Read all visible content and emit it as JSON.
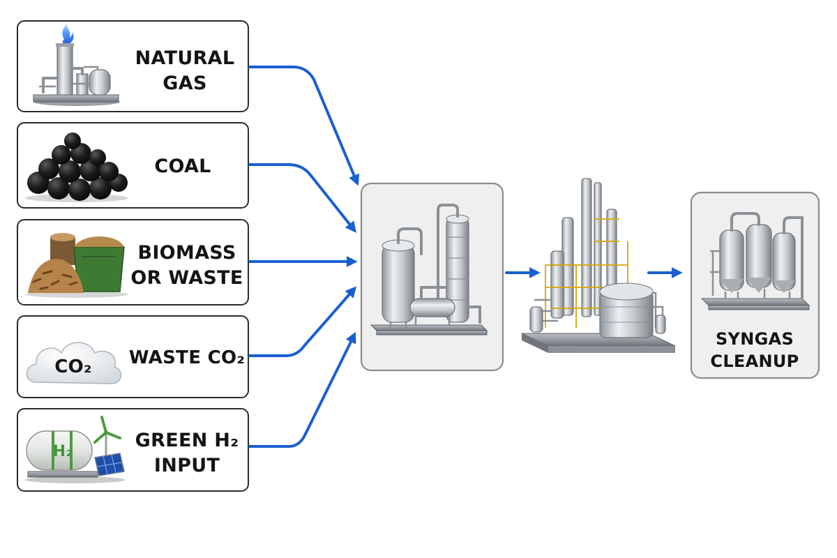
{
  "inputs": [
    {
      "id": "natural-gas",
      "lines": [
        "NATURAL",
        "GAS"
      ],
      "icon": "gas-plant-flame-icon"
    },
    {
      "id": "coal",
      "lines": [
        "COAL"
      ],
      "icon": "coal-pile-icon"
    },
    {
      "id": "biomass",
      "lines": [
        "BIOMASS",
        "OR WASTE"
      ],
      "icon": "biomass-bin-icon"
    },
    {
      "id": "waste-co2",
      "lines": [
        "WASTE CO₂"
      ],
      "icon": "co2-cloud-icon"
    },
    {
      "id": "green-h2",
      "lines": [
        "GREEN H₂",
        "INPUT"
      ],
      "icon": "h2-tank-wind-solar-icon"
    }
  ],
  "icon_text": {
    "co2_cloud": "CO₂",
    "h2_tank": "H₂"
  },
  "process": {
    "gasifier_icon": "gasifier-reactor-icon",
    "plant_icon": "refinery-plant-icon",
    "cleanup_icon": "cleanup-vessels-icon",
    "cleanup_lines": [
      "SYNGAS",
      "CLEANUP"
    ]
  },
  "colors": {
    "arrow": "#1a5fd0",
    "box_border": "#2b2b2b",
    "process_box_fill": "#efefef",
    "flame": "#3b82f6",
    "h2_green": "#3c9a3c"
  }
}
